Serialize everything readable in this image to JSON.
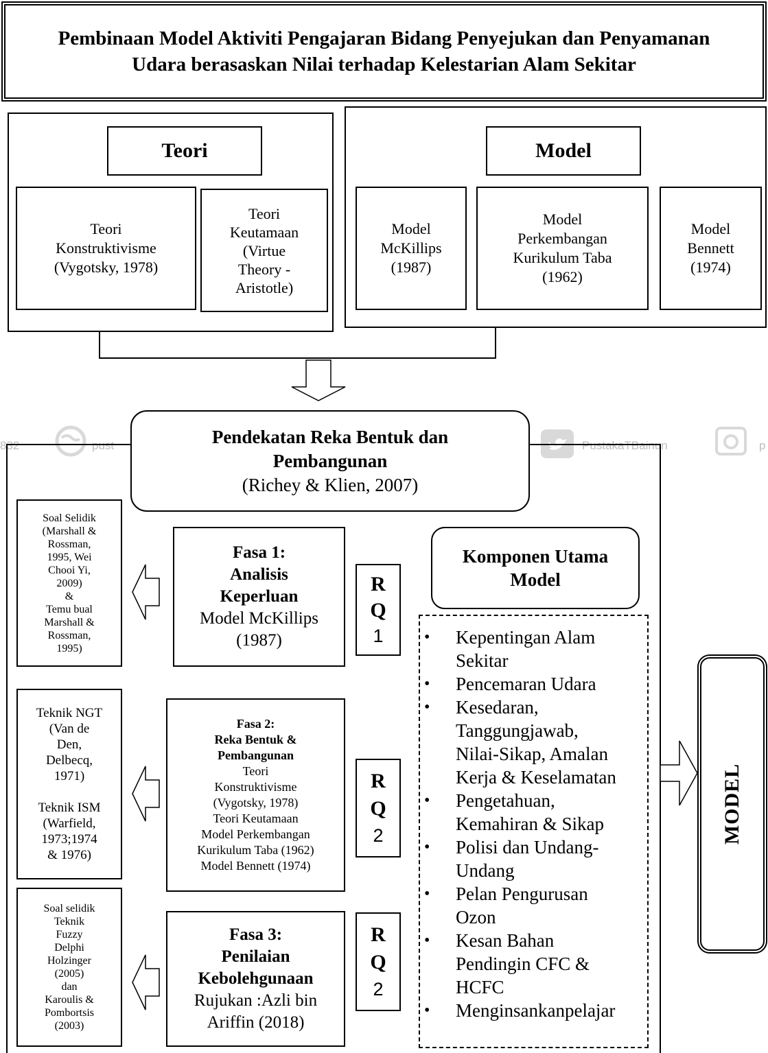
{
  "title": "Pembinaan Model Aktiviti Pengajaran Bidang Penyejukan dan Penyamanan Udara berasaskan Nilai terhadap Kelestarian Alam Sekitar",
  "teori": {
    "heading": "Teori",
    "konstruktivisme": "Teori\nKonstruktivisme\n(Vygotsky, 1978)",
    "keutamaan": "Teori\nKeutamaan\n(Virtue\nTheory -\nAristotle)"
  },
  "model": {
    "heading": "Model",
    "mckillips": "Model\nMcKillips\n(1987)",
    "taba": "Model\nPerkembangan\nKurikulum Taba\n(1962)",
    "bennett": "Model\nBennett\n(1974)"
  },
  "approach": {
    "title": "Pendekatan Reka Bentuk dan\nPembangunan",
    "citation": "(Richey & Klien, 2007)"
  },
  "phases": [
    {
      "title": "Fasa 1:\nAnalisis\nKeperluan",
      "detail": "Model McKillips\n(1987)",
      "rq": [
        "R",
        "Q",
        "1"
      ],
      "method": "Soal Selidik\n(Marshall &\nRossman,\n1995, Wei\nChooi Yi,\n2009)\n&\nTemu bual\nMarshall &\nRossman,\n1995)"
    },
    {
      "title": "Fasa 2:\nReka Bentuk &\nPembangunan",
      "detail": "Teori\nKonstruktivisme\n(Vygotsky, 1978)\nTeori Keutamaan\nModel Perkembangan\nKurikulum Taba (1962)\nModel Bennett (1974)",
      "rq": [
        "R",
        "Q",
        "2"
      ],
      "method": "Teknik NGT\n(Van de\nDen,\nDelbecq,\n1971)\n\nTeknik ISM\n(Warfield,\n1973;1974\n& 1976)"
    },
    {
      "title": "Fasa 3:\nPenilaian\nKebolehgunaan",
      "detail": "Rujukan :Azli bin\nAriffin (2018)",
      "rq": [
        "R",
        "Q",
        "2"
      ],
      "method": "Soal selidik\nTeknik\nFuzzy\nDelphi\nHolzinger\n(2005)\ndan\nKaroulis &\nPombortsis\n(2003)"
    }
  ],
  "komponen": {
    "heading": "Komponen Utama\nModel",
    "items": [
      "Kepentingan Alam\nSekitar",
      "Pencemaran Udara",
      "Kesedaran,\nTanggungjawab,\nNilai-Sikap, Amalan\nKerja & Keselamatan",
      "Pengetahuan,\nKemahiran & Sikap",
      "Polisi dan Undang-\nUndang",
      "Pelan Pengurusan\nOzon",
      "Kesan Bahan\nPendingin CFC &\nHCFC",
      "Menginsankanpelajar"
    ]
  },
  "output_label": "MODEL",
  "watermarks": [
    "832",
    "pust",
    "PustakaTBainun",
    "p"
  ]
}
